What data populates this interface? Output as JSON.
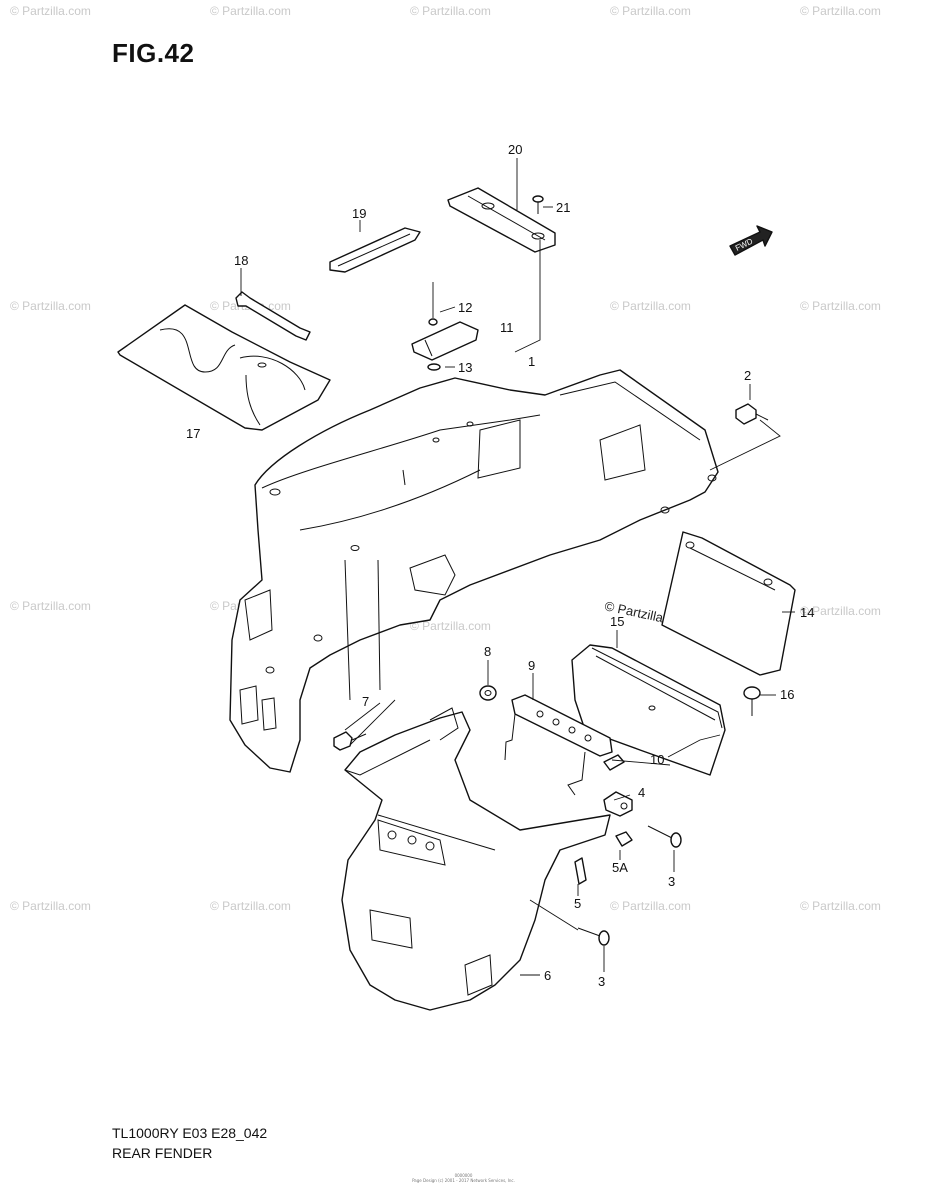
{
  "figure": {
    "title": "FIG.42",
    "model_code": "TL1000RY E03 E28_042",
    "name": "REAR FENDER",
    "fwd_label": "FWD"
  },
  "watermark": {
    "small": "© Partzilla.com",
    "main": "© Partzilla.com"
  },
  "credit": {
    "line1": "0000000",
    "line2": "Page Design (c) 2001 - 2017 Network Services, Inc."
  },
  "callouts": [
    {
      "id": "c20",
      "label": "20"
    },
    {
      "id": "c21",
      "label": "21"
    },
    {
      "id": "c19",
      "label": "19"
    },
    {
      "id": "c18",
      "label": "18"
    },
    {
      "id": "c12",
      "label": "12"
    },
    {
      "id": "c11",
      "label": "11"
    },
    {
      "id": "c1",
      "label": "1"
    },
    {
      "id": "c13",
      "label": "13"
    },
    {
      "id": "c17",
      "label": "17"
    },
    {
      "id": "c2",
      "label": "2"
    },
    {
      "id": "c14",
      "label": "14"
    },
    {
      "id": "c15",
      "label": "15"
    },
    {
      "id": "c16",
      "label": "16"
    },
    {
      "id": "c8",
      "label": "8"
    },
    {
      "id": "c9",
      "label": "9"
    },
    {
      "id": "c7",
      "label": "7"
    },
    {
      "id": "c10",
      "label": "10"
    },
    {
      "id": "c4",
      "label": "4"
    },
    {
      "id": "c5A",
      "label": "5A"
    },
    {
      "id": "c3a",
      "label": "3"
    },
    {
      "id": "c5",
      "label": "5"
    },
    {
      "id": "c6",
      "label": "6"
    },
    {
      "id": "c3b",
      "label": "3"
    }
  ]
}
